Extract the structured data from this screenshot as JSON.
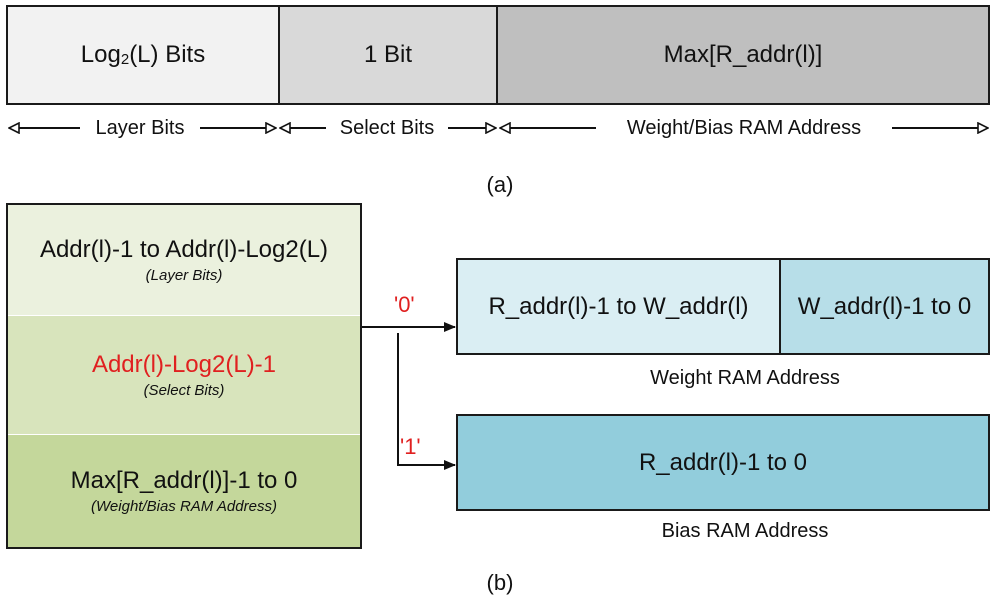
{
  "part_a": {
    "segments": [
      {
        "prefix": "Log",
        "sub": "2",
        "suffix": "(L) Bits",
        "color": "#f2f2f2"
      },
      {
        "text": "1 Bit",
        "color": "#d9d9d9"
      },
      {
        "text": "Max[R_addr(l)]",
        "color": "#bfbfbf"
      }
    ],
    "ranges": [
      "Layer Bits",
      "Select Bits",
      "Weight/Bias RAM Address"
    ],
    "caption": "(a)"
  },
  "part_b": {
    "fields": [
      {
        "main": "Addr(l)-1 to Addr(l)-Log2(L)",
        "note": "(Layer Bits)",
        "color": "#ebf1de"
      },
      {
        "main": "Addr(l)-Log2(L)-1",
        "note": "(Select Bits)",
        "color": "#d8e4bc",
        "main_color": "#e02020"
      },
      {
        "main": "Max[R_addr(l)]-1 to 0",
        "note": "(Weight/Bias RAM Address)",
        "color": "#c4d79b"
      }
    ],
    "select_zero": "'0'",
    "select_one": "'1'",
    "weight_ram": {
      "high": "R_addr(l)-1 to W_addr(l)",
      "low": "W_addr(l)-1 to 0",
      "label": "Weight RAM Address",
      "color_high": "#daeef3",
      "color_low": "#b7dee8"
    },
    "bias_ram": {
      "field": "R_addr(l)-1 to 0",
      "label": "Bias RAM Address",
      "color": "#92cddc"
    },
    "caption": "(b)"
  }
}
